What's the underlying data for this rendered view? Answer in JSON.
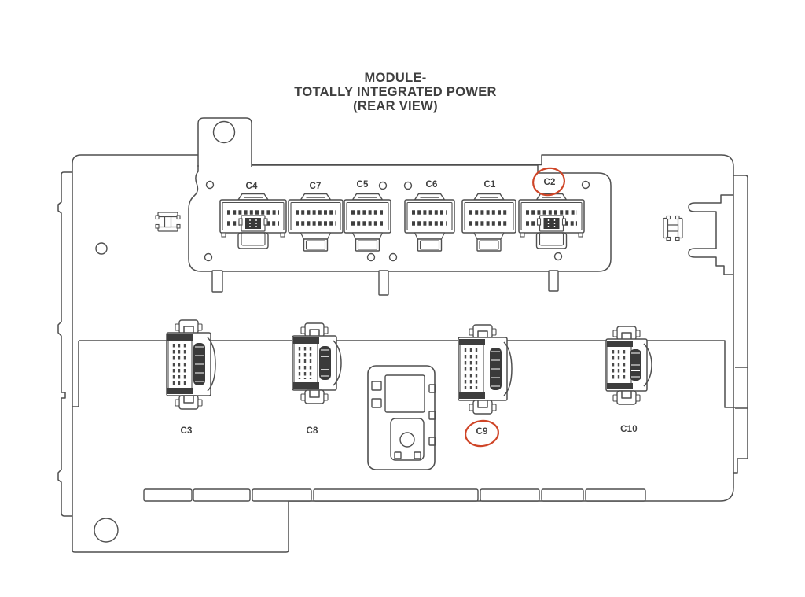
{
  "title": {
    "lines": [
      "MODULE-",
      "TOTALLY INTEGRATED POWER",
      "(REAR VIEW)"
    ]
  },
  "diagram": {
    "top_row": [
      {
        "id": "C4",
        "label": "C4",
        "circled": false
      },
      {
        "id": "C7",
        "label": "C7",
        "circled": false
      },
      {
        "id": "C5",
        "label": "C5",
        "circled": false
      },
      {
        "id": "C6",
        "label": "C6",
        "circled": false
      },
      {
        "id": "C1",
        "label": "C1",
        "circled": false
      },
      {
        "id": "C2",
        "label": "C2",
        "circled": true
      }
    ],
    "bottom_row": [
      {
        "id": "C3",
        "label": "C3",
        "circled": false
      },
      {
        "id": "C8",
        "label": "C8",
        "circled": false
      },
      {
        "id": "C9",
        "label": "C9",
        "circled": true
      },
      {
        "id": "C10",
        "label": "C10",
        "circled": false
      }
    ]
  },
  "annotations": {
    "circled_connectors": [
      "C2",
      "C9"
    ],
    "color": "#cf4527"
  },
  "colors": {
    "line": "#4f4f4f",
    "detail": "#3f3f3f",
    "text": "#3f3f3f",
    "background": "#ffffff"
  }
}
